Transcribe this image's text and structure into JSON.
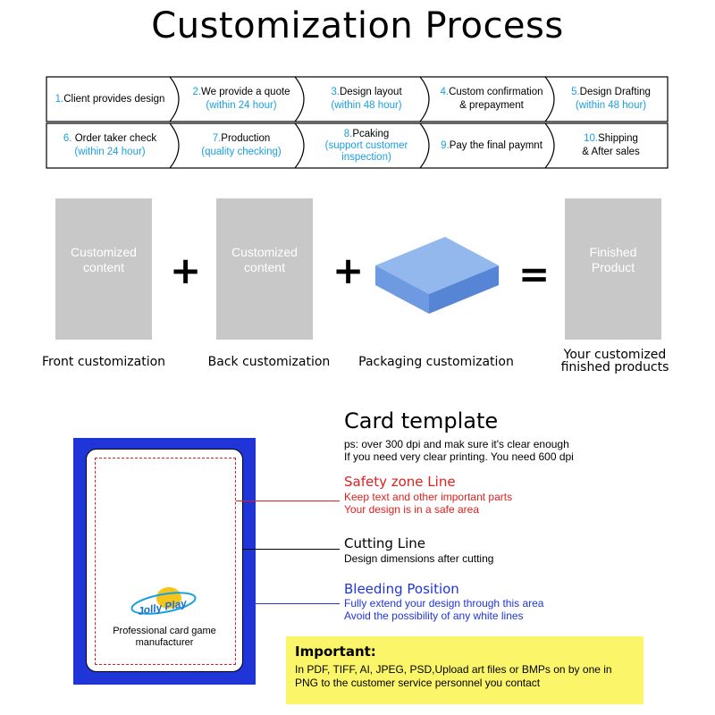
{
  "page": {
    "title": "Customization Process"
  },
  "steps": [
    {
      "num": "1.",
      "line1": "Client provides design",
      "line2": ""
    },
    {
      "num": "2.",
      "line1": "We provide a quote",
      "line2": "(within 24 hour)"
    },
    {
      "num": "3.",
      "line1": "Design layout",
      "line2": "(within 48 hour)"
    },
    {
      "num": "4.",
      "line1": "Custom confirmation",
      "line2": "& prepayment"
    },
    {
      "num": "5.",
      "line1": "Design Drafting",
      "line2": "(within 48 hour)"
    },
    {
      "num": "6.",
      "line1": " Order taker check",
      "line2": "(within 24 hour)"
    },
    {
      "num": "7.",
      "line1": "Production",
      "line2": "(quality checking)"
    },
    {
      "num": "8.",
      "line1": "Pcaking",
      "line2": "(support customer",
      "line3": "inspection)"
    },
    {
      "num": "9.",
      "line1": "Pay the final paymnt",
      "line2": ""
    },
    {
      "num": "10.",
      "line1": "Shipping",
      "line2": "& After sales"
    }
  ],
  "equation": {
    "front_panel": "Customized content",
    "back_panel": "Customized content",
    "finished_panel": "Finished Product",
    "plus": "+",
    "equals": "=",
    "captions": {
      "front": "Front customization",
      "back": "Back customization",
      "packaging": "Packaging customization",
      "finished_line1": "Your customized",
      "finished_line2": "finished products"
    }
  },
  "card": {
    "caption_line1": "Professional card game",
    "caption_line2": "manufacturer",
    "logo_text": "Jolly Play"
  },
  "template": {
    "title": "Card template",
    "note_line1": "ps: over 300 dpi and mak sure it's clear enough",
    "note_line2": "If you need very clear printing. You need 600 dpi",
    "safety_label": "Safety zone Line",
    "safety_desc1": "Keep text and other important parts",
    "safety_desc2": "Your design is in a safe area",
    "cutting_label": "Cutting Line",
    "cutting_desc": "Design dimensions after cutting",
    "bleed_label": "Bleeding Position",
    "bleed_desc1": "Fully extend your design through this area",
    "bleed_desc2": "Avoid the possibility of any white lines"
  },
  "important": {
    "heading": "Important:",
    "text": "In PDF, TIFF, AI, JPEG, PSD,Upload art files or BMPs on by one in PNG to the customer service personnel you contact"
  },
  "colors": {
    "accent_blue": "#1aa0e0",
    "card_blue": "#1f35d8",
    "safety_red": "#e02020",
    "note_yellow": "#fbf56a",
    "panel_gray": "#c8c8c8"
  }
}
